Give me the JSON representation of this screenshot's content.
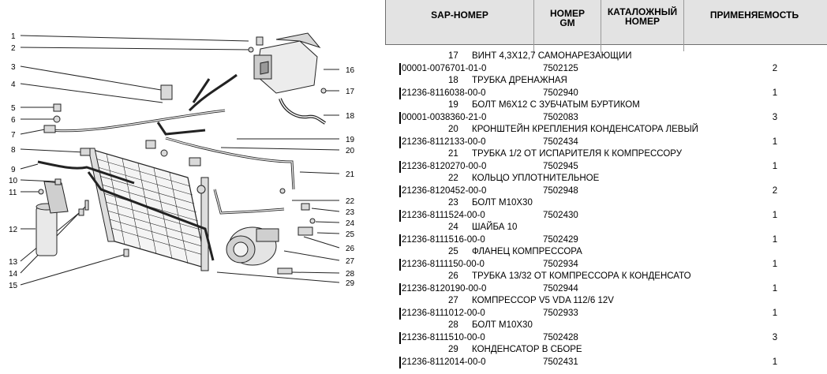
{
  "diagram": {
    "callouts": [
      "1",
      "2",
      "3",
      "4",
      "5",
      "6",
      "7",
      "8",
      "9",
      "10",
      "11",
      "12",
      "13",
      "14",
      "15",
      "16",
      "17",
      "18",
      "19",
      "20",
      "21",
      "22",
      "23",
      "24",
      "25",
      "26",
      "27",
      "28",
      "29"
    ]
  },
  "table": {
    "headers": {
      "sap": "SAP-НОМЕР",
      "gm_line1": "НОМЕР",
      "gm_line2": "GM",
      "catalog_line1": "КАТАЛОЖНЫЙ",
      "catalog_line2": "НОМЕР",
      "applicability": "ПРИМЕНЯЕМОСТЬ"
    },
    "rows": [
      {
        "pos": "17",
        "name": "ВИНТ 4,3Х12,7 САМОНАРЕЗАЮЩИИ",
        "sap": "00001-0076701-01-0",
        "gm": "7502125",
        "qty": "2"
      },
      {
        "pos": "18",
        "name": "ТРУБКА ДРЕНАЖНАЯ",
        "sap": "21236-8116038-00-0",
        "gm": "7502940",
        "qty": "1"
      },
      {
        "pos": "19",
        "name": "БОЛТ М6Х12 С ЗУБЧАТЫМ БУРТИКОМ",
        "sap": "00001-0038360-21-0",
        "gm": "7502083",
        "qty": "3"
      },
      {
        "pos": "20",
        "name": "КРОНШТЕЙН КРЕПЛЕНИЯ КОНДЕНСАТОРА ЛЕВЫЙ",
        "sap": "21236-8112133-00-0",
        "gm": "7502434",
        "qty": "1"
      },
      {
        "pos": "21",
        "name": "ТРУБКА 1/2 ОТ ИСПАРИТЕЛЯ К КОМПРЕССОРУ",
        "sap": "21236-8120270-00-0",
        "gm": "7502945",
        "qty": "1"
      },
      {
        "pos": "22",
        "name": "КОЛЬЦО УПЛОТНИТЕЛЬНОЕ",
        "sap": "21236-8120452-00-0",
        "gm": "7502948",
        "qty": "2"
      },
      {
        "pos": "23",
        "name": "БОЛТ М10Х30",
        "sap": "21236-8111524-00-0",
        "gm": "7502430",
        "qty": "1"
      },
      {
        "pos": "24",
        "name": "ШАЙБА 10",
        "sap": "21236-8111516-00-0",
        "gm": "7502429",
        "qty": "1"
      },
      {
        "pos": "25",
        "name": "ФЛАНЕЦ КОМПРЕССОРА",
        "sap": "21236-8111150-00-0",
        "gm": "7502934",
        "qty": "1"
      },
      {
        "pos": "26",
        "name": "ТРУБКА 13/32 ОТ КОМПРЕССОРА К КОНДЕНСАТО",
        "sap": "21236-8120190-00-0",
        "gm": "7502944",
        "qty": "1"
      },
      {
        "pos": "27",
        "name": "КОМПРЕССОР V5 VDA 112/6 12V",
        "sap": "21236-8111012-00-0",
        "gm": "7502933",
        "qty": "1"
      },
      {
        "pos": "28",
        "name": "БОЛТ М10Х30",
        "sap": "21236-8111510-00-0",
        "gm": "7502428",
        "qty": "3"
      },
      {
        "pos": "29",
        "name": "КОНДЕНСАТОР В СБОРЕ",
        "sap": "21236-8112014-00-0",
        "gm": "7502431",
        "qty": "1"
      }
    ]
  }
}
